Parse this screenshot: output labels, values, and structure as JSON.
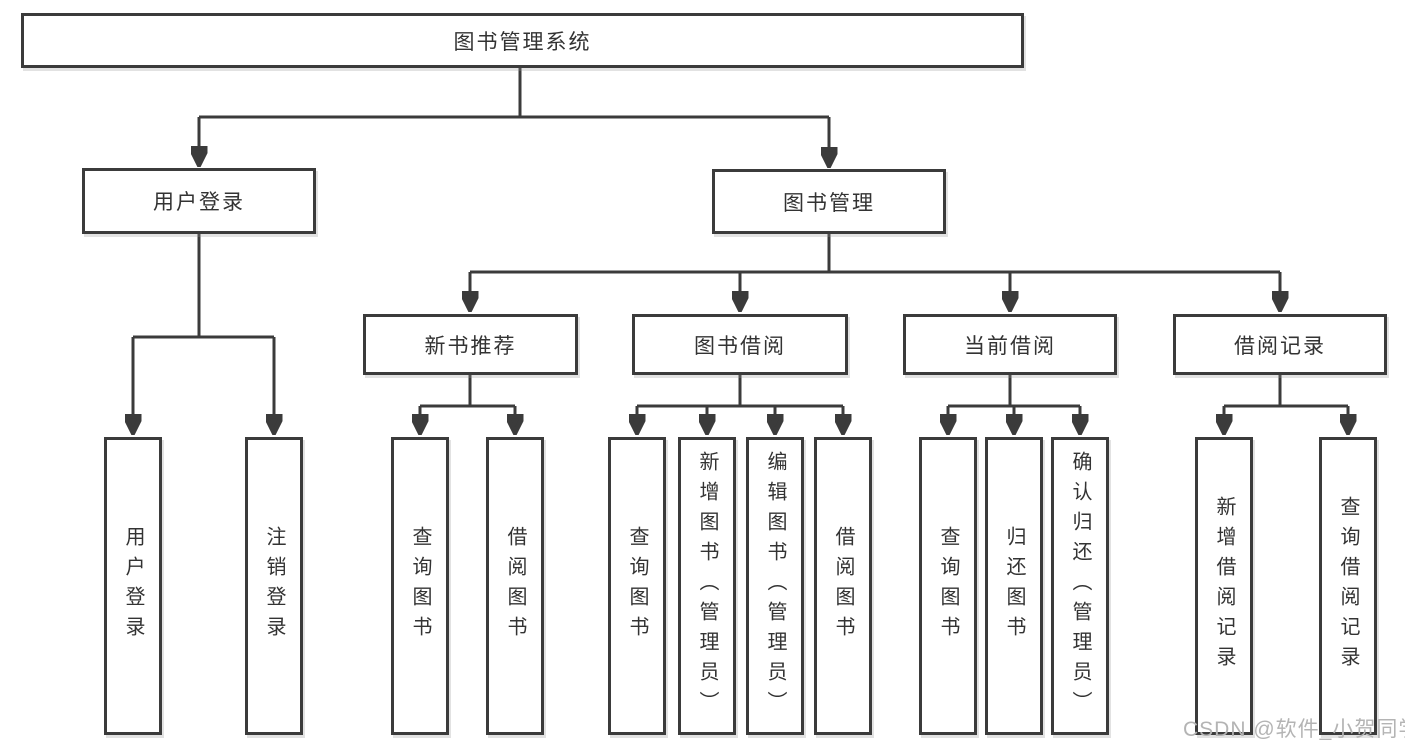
{
  "nodes": {
    "root": "图书管理系统",
    "user_login": "用户登录",
    "book_management": "图书管理",
    "new_book_recommend": "新书推荐",
    "book_borrowing": "图书借阅",
    "current_borrowing": "当前借阅",
    "borrow_records": "借阅记录"
  },
  "leaves": {
    "login": [
      "用户登录",
      "注销登录"
    ],
    "new_books": [
      "查询图书",
      "借阅图书"
    ],
    "borrowing": [
      "查询图书",
      "新增图书（管理员）",
      "编辑图书（管理员）",
      "借阅图书"
    ],
    "current": [
      "查询图书",
      "归还图书",
      "确认归还（管理员）"
    ],
    "records": [
      "新增借阅记录",
      "查询借阅记录"
    ]
  },
  "watermark": {
    "text": "CSDN @软件_小贺同学"
  },
  "colors": {
    "line": "#3b3b3b",
    "text": "#333333",
    "background": "#ffffff",
    "watermark": "#b4b4b4"
  }
}
